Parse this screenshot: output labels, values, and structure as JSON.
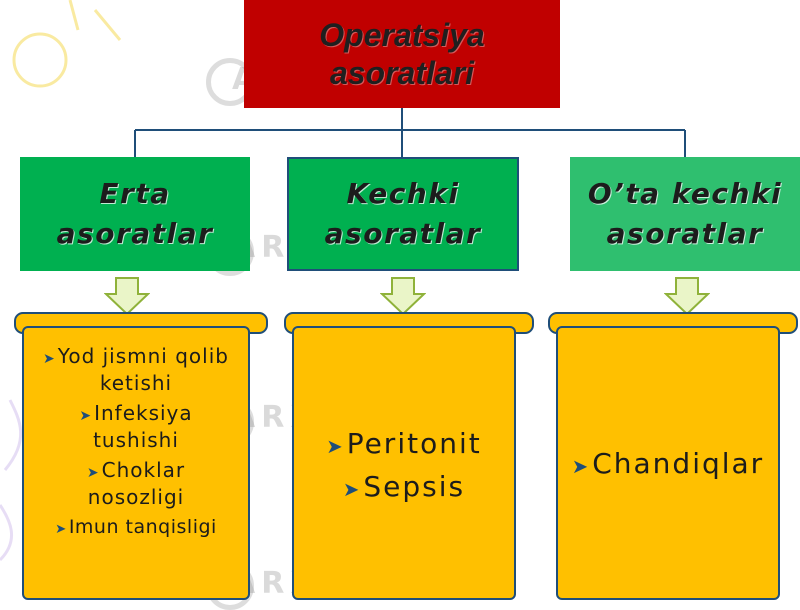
{
  "title": "Operatsiya asoratlari",
  "watermark": "ARXIV.UZ",
  "colors": {
    "title_bg": "#c00000",
    "category_bg": "#00b050",
    "category_bg_light": "#2fbf6f",
    "scroll_bg": "#ffc000",
    "connector": "#1f4e79",
    "arrow_fill": "#eaf5c8",
    "arrow_stroke": "#8fb23a"
  },
  "categories": [
    {
      "label": "Erta asoratlar",
      "items": [
        "Yod jismni qolib ketishi",
        "Infeksiya tushishi",
        "Choklar nosozligi",
        "Imun tanqisligi"
      ]
    },
    {
      "label": "Kechki asoratlar",
      "items": [
        "Peritonit",
        "Sepsis"
      ]
    },
    {
      "label": "O’ta  kechki asoratlar",
      "items": [
        "Chandiqlar"
      ]
    }
  ]
}
